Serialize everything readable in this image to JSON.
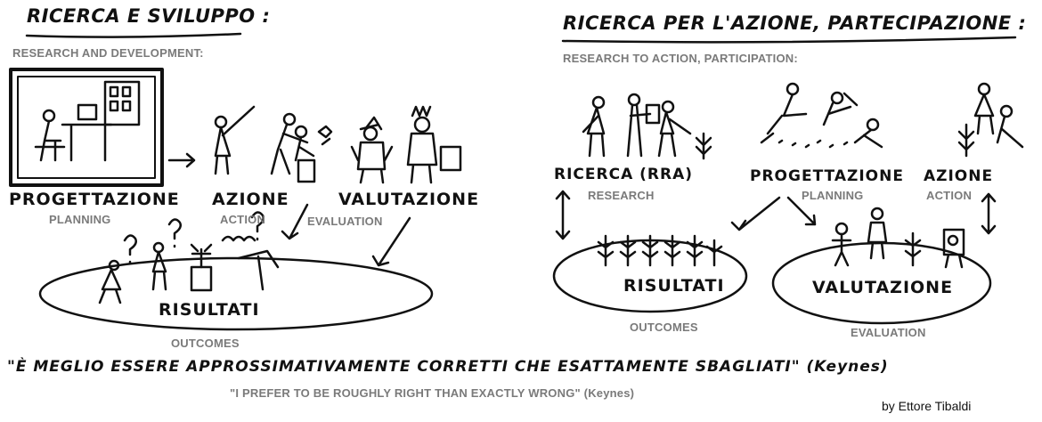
{
  "left": {
    "title": "RICERCA E SVILUPPO :",
    "subtitle": "RESEARCH AND DEVELOPMENT:",
    "stage1": {
      "label": "PROGETTAZIONE",
      "en": "PLANNING"
    },
    "stage2": {
      "label": "AZIONE",
      "en": "ACTION"
    },
    "stage3": {
      "label": "VALUTAZIONE",
      "en": "EVALUATION"
    },
    "result": {
      "label": "RISULTATI",
      "en": "OUTCOMES"
    }
  },
  "right": {
    "title": "RICERCA PER L'AZIONE, PARTECIPAZIONE :",
    "subtitle": "RESEARCH TO ACTION, PARTICIPATION:",
    "stage1": {
      "label": "RICERCA (RRA)",
      "en": "RESEARCH"
    },
    "stage2": {
      "label": "PROGETTAZIONE",
      "en": "PLANNING"
    },
    "stage3": {
      "label": "AZIONE",
      "en": "ACTION"
    },
    "result1": {
      "label": "RISULTATI",
      "en": "OUTCOMES"
    },
    "result2": {
      "label": "VALUTAZIONE",
      "en": "EVALUATION"
    }
  },
  "quote": {
    "italian": "\"È MEGLIO ESSERE APPROSSIMATIVAMENTE CORRETTI CHE ESATTAMENTE SBAGLIATI\" (Keynes)",
    "english": "\"I PREFER TO BE ROUGHLY RIGHT THAN EXACTLY WRONG\" (Keynes)"
  },
  "credit": "by Ettore Tibaldi"
}
